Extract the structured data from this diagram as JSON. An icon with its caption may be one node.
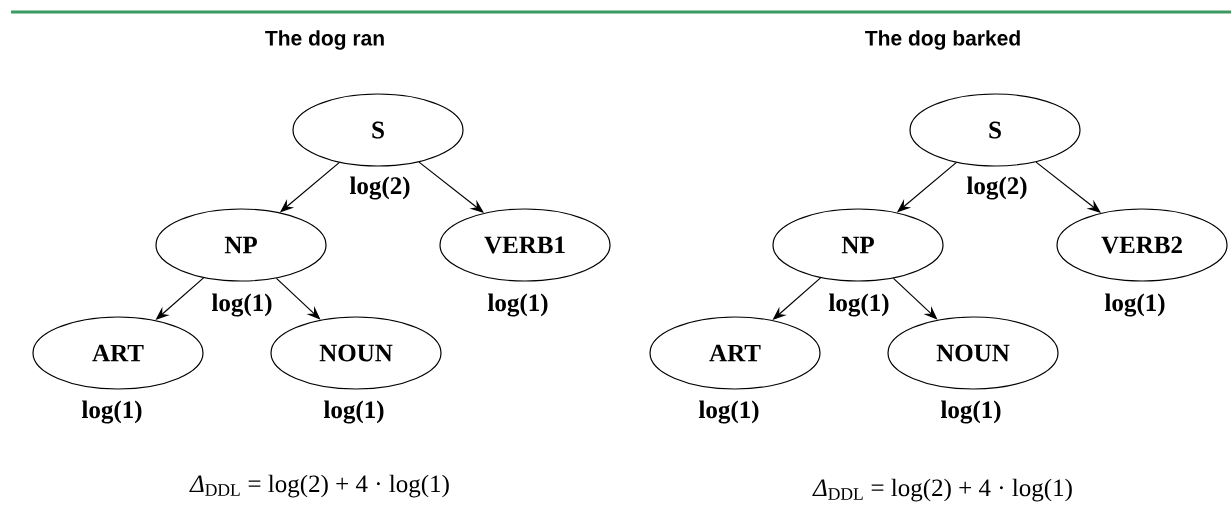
{
  "diagram": {
    "nodes": [
      {
        "text": [
          "S"
        ],
        "beside": [
          "log(2)"
        ]
      },
      {
        "text": [
          "NP"
        ],
        "beside": [
          "log(1)"
        ]
      },
      {
        "text": [
          "VERB1"
        ],
        "beside": [
          "log(1)"
        ]
      },
      {
        "text": [
          "ART"
        ],
        "beside": [
          "log(1)"
        ]
      },
      {
        "text": [
          "NOUN"
        ],
        "beside": [
          "log(1)"
        ]
      },
      {
        "text": [
          "S"
        ],
        "beside": [
          "log(2)"
        ]
      },
      {
        "text": [
          "NP"
        ],
        "beside": [
          "log(1)"
        ]
      },
      {
        "text": [
          "VERB2"
        ],
        "beside": [
          "log(1)"
        ]
      },
      {
        "text": [
          "ART"
        ],
        "beside": [
          "log(1)"
        ]
      },
      {
        "text": [
          "NOUN"
        ],
        "beside": [
          "log(1)"
        ]
      }
    ],
    "edges": [
      {
        "from": 0,
        "to": 1,
        "arrow": "to"
      },
      {
        "from": 0,
        "to": 2,
        "arrow": "to"
      },
      {
        "from": 1,
        "to": 3,
        "arrow": "to"
      },
      {
        "from": 1,
        "to": 4,
        "arrow": "to"
      },
      {
        "from": 5,
        "to": 6,
        "arrow": "to"
      },
      {
        "from": 5,
        "to": 7,
        "arrow": "to"
      },
      {
        "from": 6,
        "to": 8,
        "arrow": "to"
      },
      {
        "from": 6,
        "to": 9,
        "arrow": "to"
      }
    ],
    "labels": [
      "The dog ran",
      "The dog barked",
      "*Δ*$_{DDL}$ = log(2) + 4 · log(1)",
      "*Δ*$_{DDL}$ = log(2) + 4 · log(1)"
    ]
  }
}
